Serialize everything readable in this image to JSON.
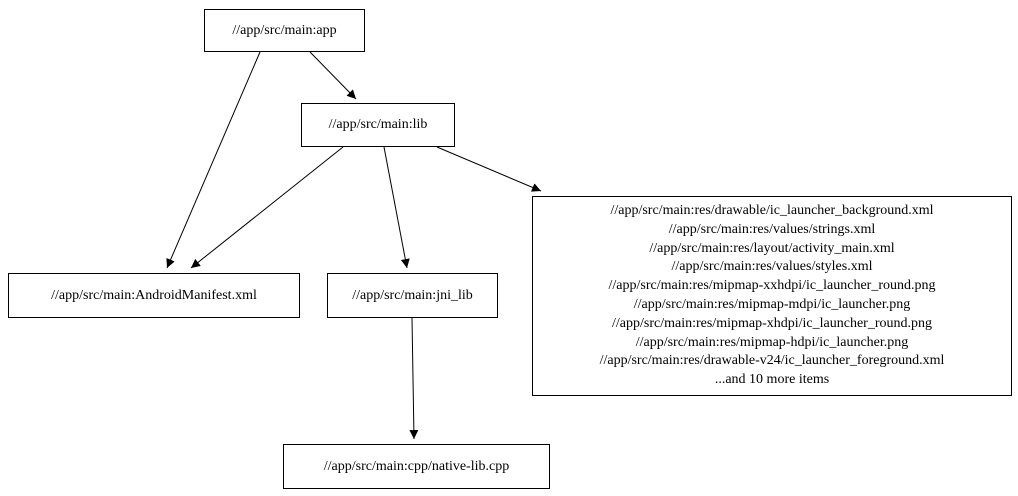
{
  "graph": {
    "colors": {
      "background": "#ffffff",
      "node_fill": "#ffffff",
      "node_border": "#000000",
      "edge": "#000000",
      "text": "#000000"
    },
    "nodes": [
      {
        "id": "app",
        "label": "//app/src/main:app"
      },
      {
        "id": "lib",
        "label": "//app/src/main:lib"
      },
      {
        "id": "android_manifest",
        "label": "//app/src/main:AndroidManifest.xml"
      },
      {
        "id": "jni_lib",
        "label": "//app/src/main:jni_lib"
      },
      {
        "id": "res_files",
        "lines": [
          "//app/src/main:res/drawable/ic_launcher_background.xml",
          "//app/src/main:res/values/strings.xml",
          "//app/src/main:res/layout/activity_main.xml",
          "//app/src/main:res/values/styles.xml",
          "//app/src/main:res/mipmap-xxhdpi/ic_launcher_round.png",
          "//app/src/main:res/mipmap-mdpi/ic_launcher.png",
          "//app/src/main:res/mipmap-xhdpi/ic_launcher_round.png",
          "//app/src/main:res/mipmap-hdpi/ic_launcher.png",
          "//app/src/main:res/drawable-v24/ic_launcher_foreground.xml",
          "...and 10 more items"
        ]
      },
      {
        "id": "native_lib_cpp",
        "label": "//app/src/main:cpp/native-lib.cpp"
      }
    ],
    "edges": [
      {
        "from": "app",
        "to": "lib"
      },
      {
        "from": "app",
        "to": "android_manifest"
      },
      {
        "from": "lib",
        "to": "android_manifest"
      },
      {
        "from": "lib",
        "to": "jni_lib"
      },
      {
        "from": "lib",
        "to": "res_files"
      },
      {
        "from": "jni_lib",
        "to": "native_lib_cpp"
      }
    ]
  }
}
